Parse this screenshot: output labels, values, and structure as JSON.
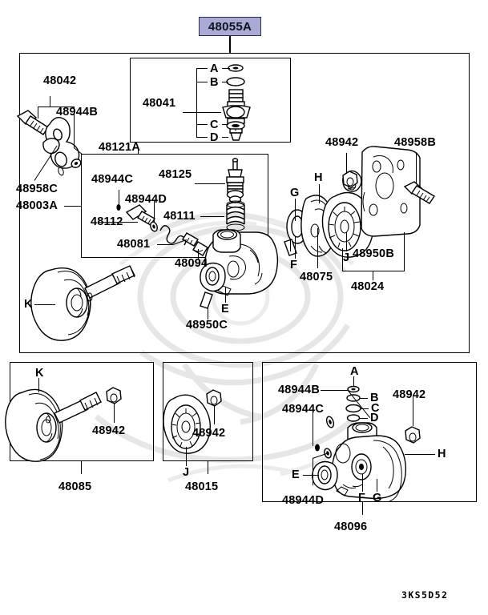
{
  "diagram": {
    "title_badge": "48055A",
    "footer_code": "3KS5D52",
    "accent_color": "#aaaad4",
    "accent_border": "#2b2b55",
    "line_color": "#000000",
    "background": "#ffffff"
  },
  "main_panel": {
    "labels": {
      "p48042": "48042",
      "p48944B": "48944B",
      "p48958C": "48958C",
      "p48003A": "48003A",
      "p48121A": "48121A",
      "p48944C": "48944C",
      "p48944D": "48944D",
      "p48112": "48112",
      "p48081": "48081",
      "p48111": "48111",
      "p48094": "48094",
      "p48041": "48041",
      "p48125": "48125",
      "p48950C": "48950C",
      "p48942": "48942",
      "p48958B": "48958B",
      "p48075": "48075",
      "p48950B": "48950B",
      "p48024": "48024"
    },
    "callouts": {
      "a": "A",
      "b": "B",
      "c": "C",
      "d": "D",
      "e": "E",
      "f": "F",
      "g": "G",
      "h": "H",
      "j": "J",
      "k": "K"
    }
  },
  "panel_bottom_left": {
    "callout_k": "K",
    "p48942": "48942",
    "caption": "48085"
  },
  "panel_bottom_middle": {
    "callout_j": "J",
    "p48942": "48942",
    "caption": "48015"
  },
  "panel_bottom_right": {
    "p48944B": "48944B",
    "p48944C": "48944C",
    "p48944D": "48944D",
    "p48942": "48942",
    "caption": "48096",
    "callouts": {
      "a": "A",
      "b": "B",
      "c": "C",
      "d": "D",
      "e": "E",
      "f": "F",
      "g": "G",
      "h": "H"
    }
  }
}
